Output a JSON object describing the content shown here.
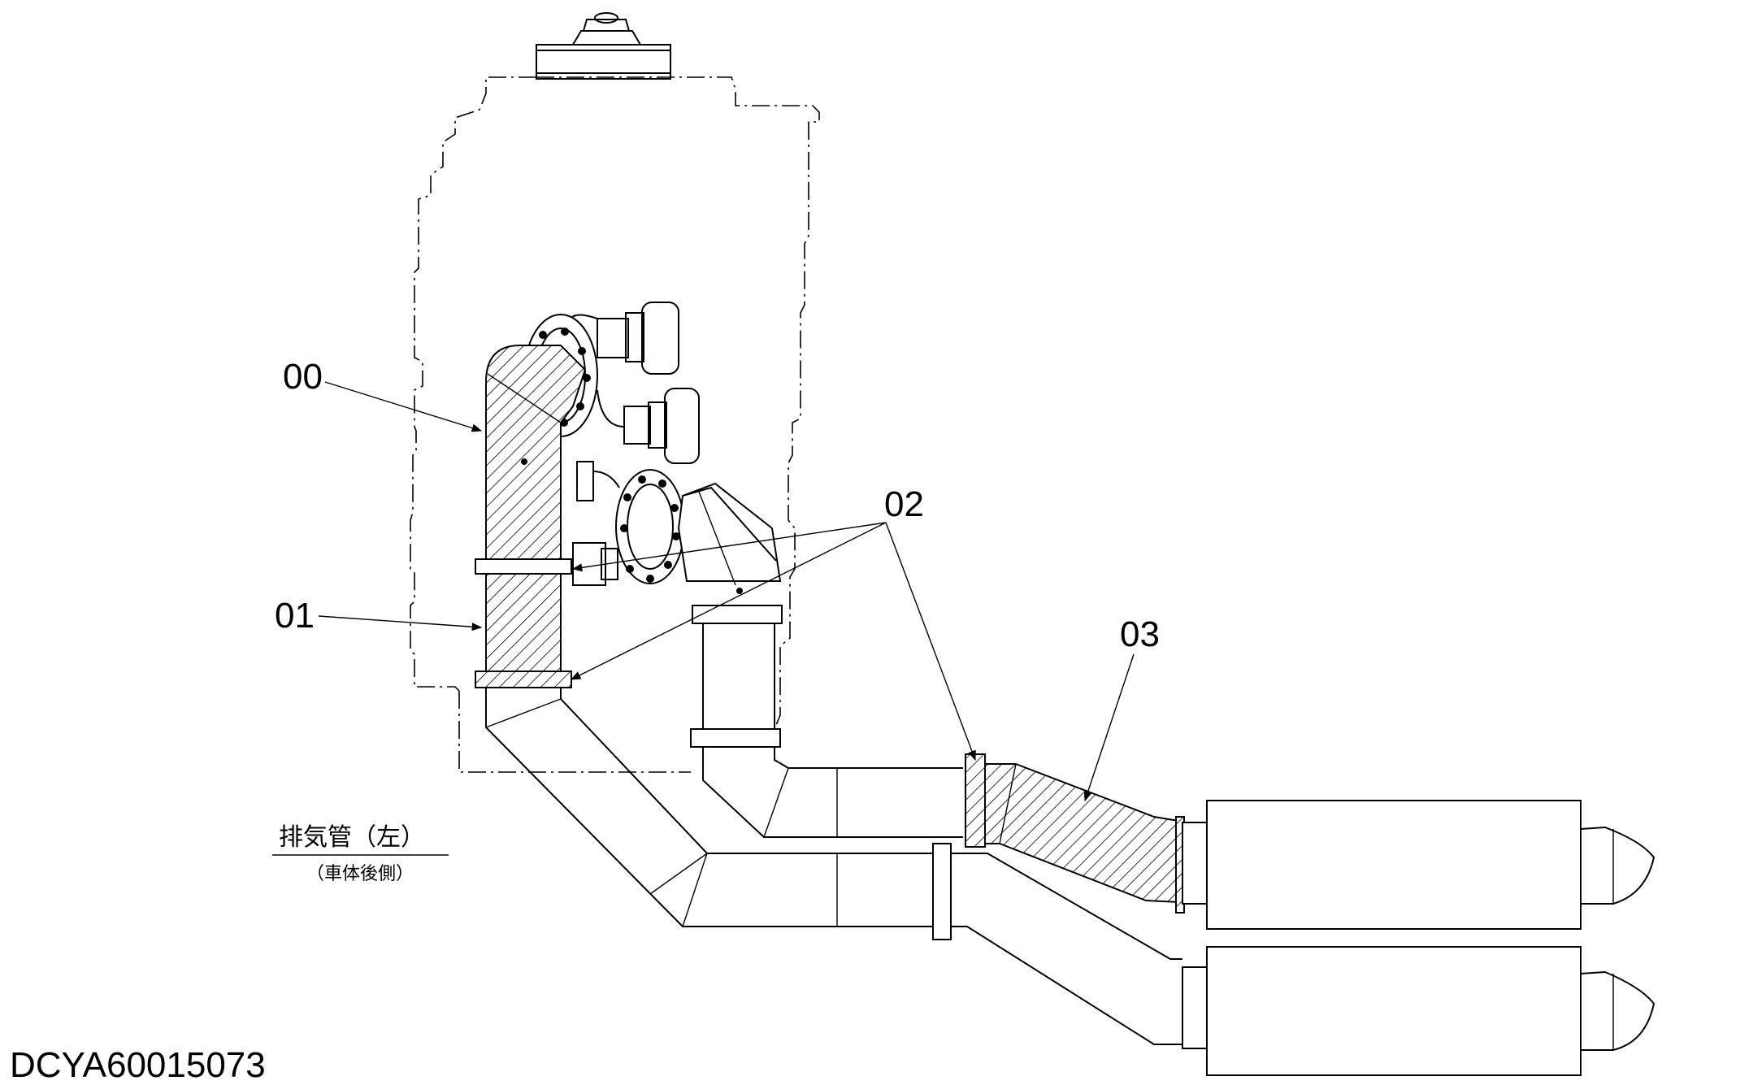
{
  "callouts": {
    "c00": "00",
    "c01": "01",
    "c02": "02",
    "c03": "03"
  },
  "title": {
    "main": "排気管（左）",
    "sub": "（車体後側）"
  },
  "doc_id": "DCYA60015073"
}
